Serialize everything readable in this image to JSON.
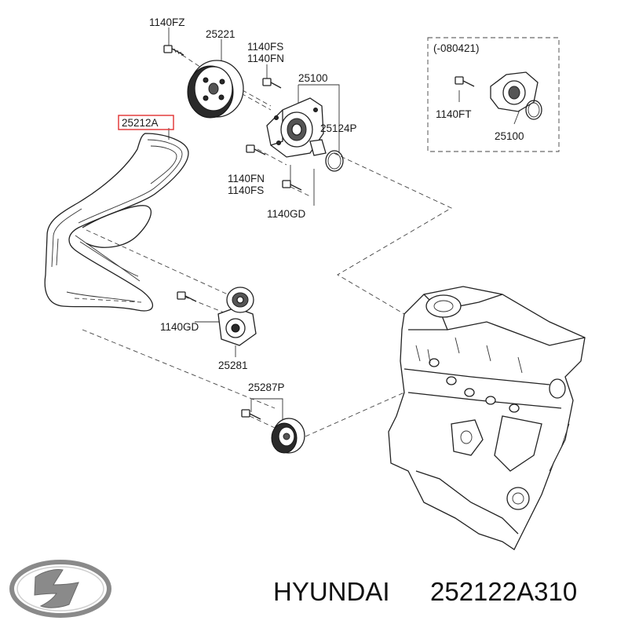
{
  "labels": {
    "bolt_top": "1140FZ",
    "pulley": "25221",
    "bolt_fs_top": "1140FS",
    "bolt_fn_top": "1140FN",
    "pump": "25100",
    "belt": "25212A",
    "gasket": "25124P",
    "bolt_fn_mid": "1140FN",
    "bolt_fs_mid": "1140FS",
    "bolt_gd_pump": "1140GD",
    "bolt_gd_tensioner": "1140GD",
    "tensioner": "25281",
    "idler": "25287P",
    "inset_range": "(-080421)",
    "inset_bolt": "1140FT",
    "inset_pump": "25100"
  },
  "footer": {
    "brand": "HYUNDAI",
    "part_number": "252122A310"
  },
  "colors": {
    "highlight_box": "#e03030",
    "line": "#222222",
    "logo": "#8a8a8a"
  },
  "icons": {
    "logo": "hyundai-logo-icon"
  }
}
